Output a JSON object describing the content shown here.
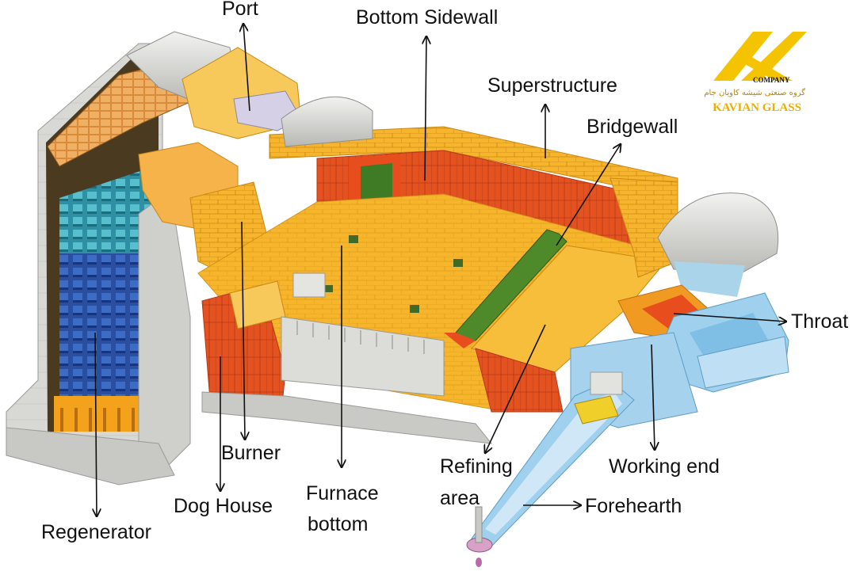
{
  "colors": {
    "brick_orange": "#f0a020",
    "brick_yellow": "#f8cc40",
    "brick_red": "#e2441f",
    "checker_blue": "#2a4fa0",
    "checker_teal": "#3fa3b6",
    "structure_grey": "#d5d5d2",
    "forehearth_blue": "#9fd0ee",
    "bridgewall_green": "#4f8a2a",
    "logo_gold": "#f5c400"
  },
  "labels": {
    "port": "Port",
    "bottom_sidewall": "Bottom Sidewall",
    "superstructure": "Superstructure",
    "bridgewall": "Bridgewall",
    "throat": "Throat",
    "burner": "Burner",
    "dog_house": "Dog House",
    "furnace_bottom_1": "Furnace",
    "furnace_bottom_2": "bottom",
    "refining_area_1": "Refining",
    "refining_area_2": "area",
    "working_end": "Working end",
    "forehearth": "Forehearth",
    "regenerator": "Regenerator"
  },
  "logo": {
    "monogram": "KGC",
    "company": "COMPANY",
    "persian_line": "گروه صنعتی شیشه کاویان جام",
    "name": "KAVIAN GLASS"
  }
}
